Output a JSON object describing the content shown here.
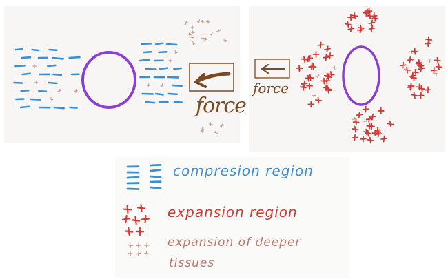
{
  "diagram": {
    "left_panel": {
      "force_label": "force"
    },
    "right_panel": {
      "force_label": "force"
    },
    "legend": {
      "compression": "compresion region",
      "expansion": "expansion region",
      "deeper_line1": "expansion of deeper",
      "deeper_line2": "tissues"
    },
    "colors": {
      "compression": "#3d8fd0",
      "expansion": "#d23a36",
      "deeper": "#c49a8e",
      "circle": "#8a3fd1",
      "force": "#7a4a22"
    }
  }
}
